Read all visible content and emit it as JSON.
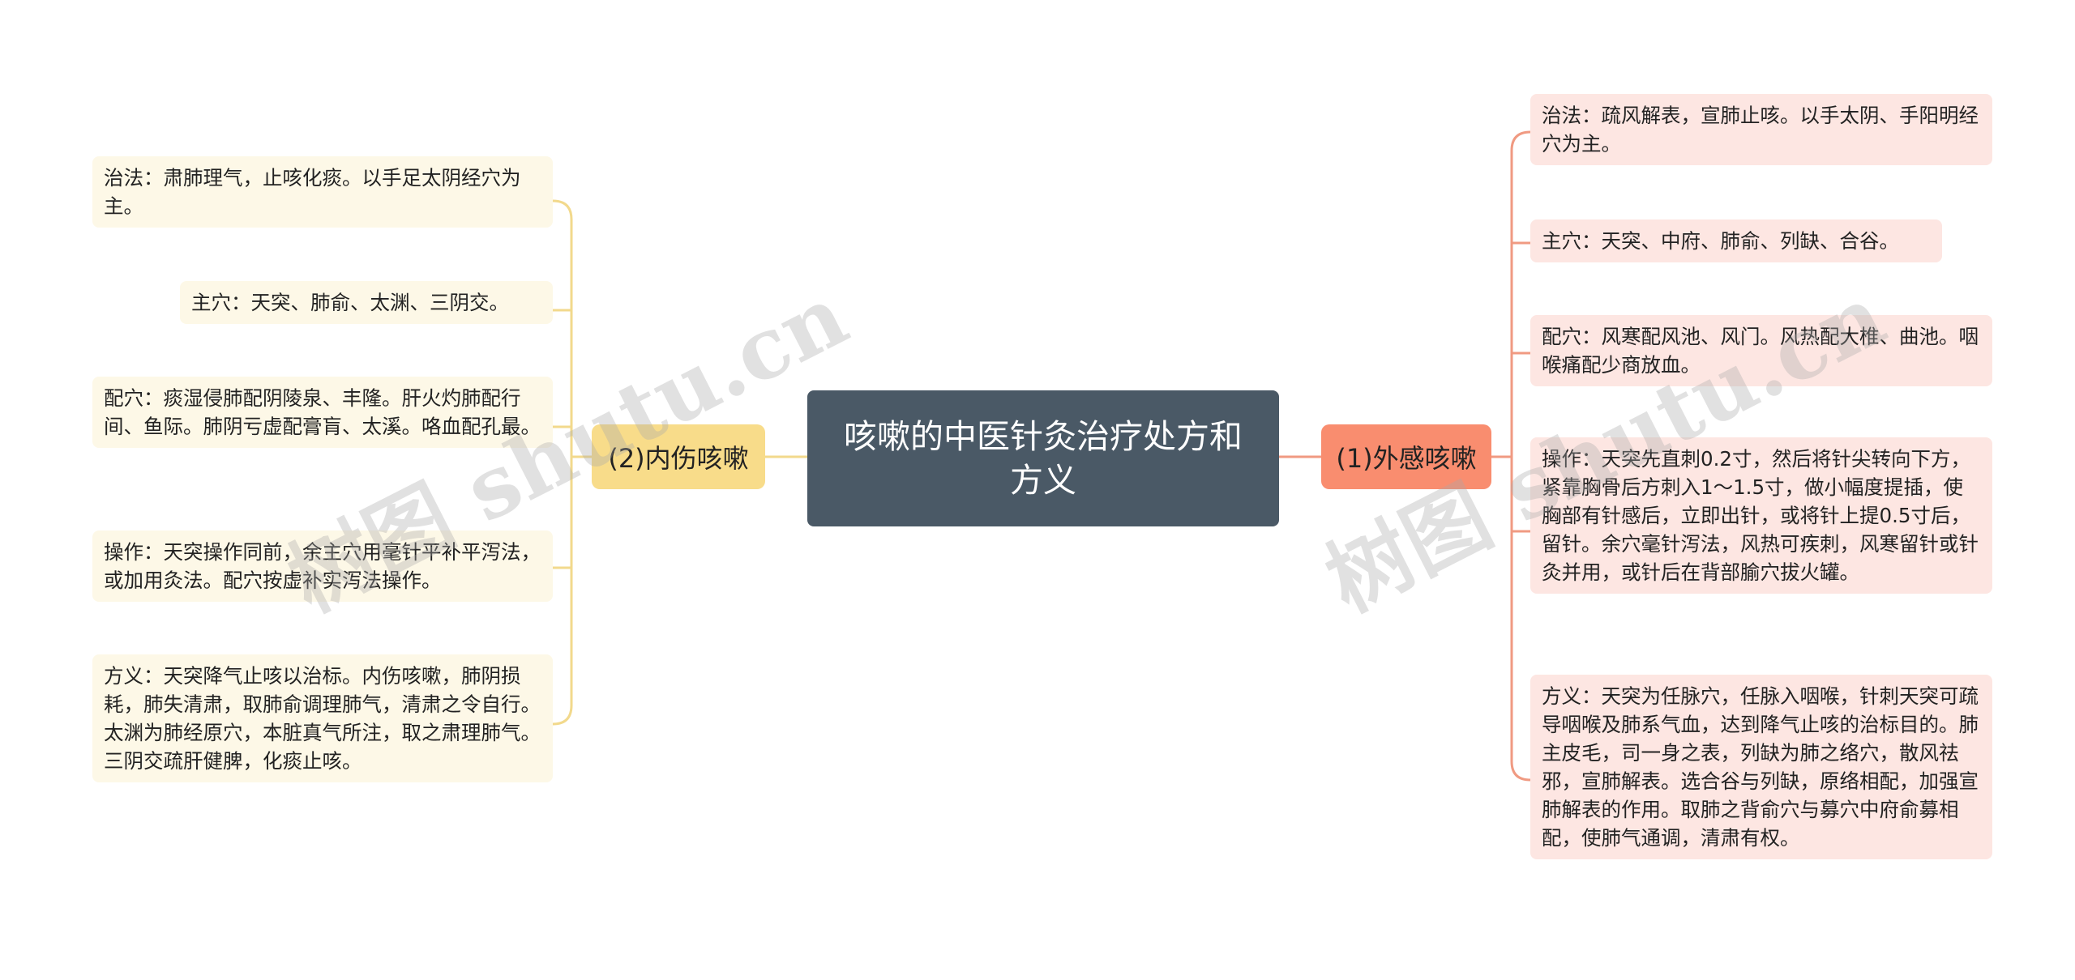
{
  "root": {
    "title": "咳嗽的中医针灸治疗处方和方义"
  },
  "left_branch": {
    "label": "(2)内伤咳嗽",
    "leaves": [
      "治法：肃肺理气，止咳化痰。以手足太阴经穴为主。",
      "主穴：天突、肺俞、太渊、三阴交。",
      "配穴：痰湿侵肺配阴陵泉、丰隆。肝火灼肺配行间、鱼际。肺阴亏虚配膏肓、太溪。咯血配孔最。",
      "操作：天突操作同前，余主穴用毫针平补平泻法，或加用灸法。配穴按虚补实泻法操作。",
      "方义：天突降气止咳以治标。内伤咳嗽，肺阴损耗，肺失清肃，取肺俞调理肺气，清肃之令自行。太渊为肺经原穴，本脏真气所注，取之肃理肺气。三阴交疏肝健脾，化痰止咳。"
    ]
  },
  "right_branch": {
    "label": "(1)外感咳嗽",
    "leaves": [
      "治法：疏风解表，宣肺止咳。以手太阴、手阳明经穴为主。",
      "主穴：天突、中府、肺俞、列缺、合谷。",
      "配穴：风寒配风池、风门。风热配大椎、曲池。咽喉痛配少商放血。",
      "操作：天突先直刺0.2寸，然后将针尖转向下方，紧靠胸骨后方刺入1～1.5寸，做小幅度提插，使胸部有针感后，立即出针，或将针上提0.5寸后，留针。余穴毫针泻法，风热可疾刺，风寒留针或针灸并用，或针后在背部腧穴拔火罐。",
      "方义：天突为任脉穴，任脉入咽喉，针刺天突可疏导咽喉及肺系气血，达到降气止咳的治标目的。肺主皮毛，司一身之表，列缺为肺之络穴，散风祛邪，宣肺解表。选合谷与列缺，原络相配，加强宣肺解表的作用。取肺之背俞穴与募穴中府俞募相配，使肺气通调，清肃有权。"
    ]
  },
  "watermarks": [
    "树图 shutu.cn",
    "树图 shutu.cn"
  ],
  "colors": {
    "root_bg": "#4a5966",
    "left_accent": "#f8dc8a",
    "left_leaf_bg": "#fdf8e7",
    "right_accent": "#f98d6f",
    "right_leaf_bg": "#fde6e2"
  }
}
